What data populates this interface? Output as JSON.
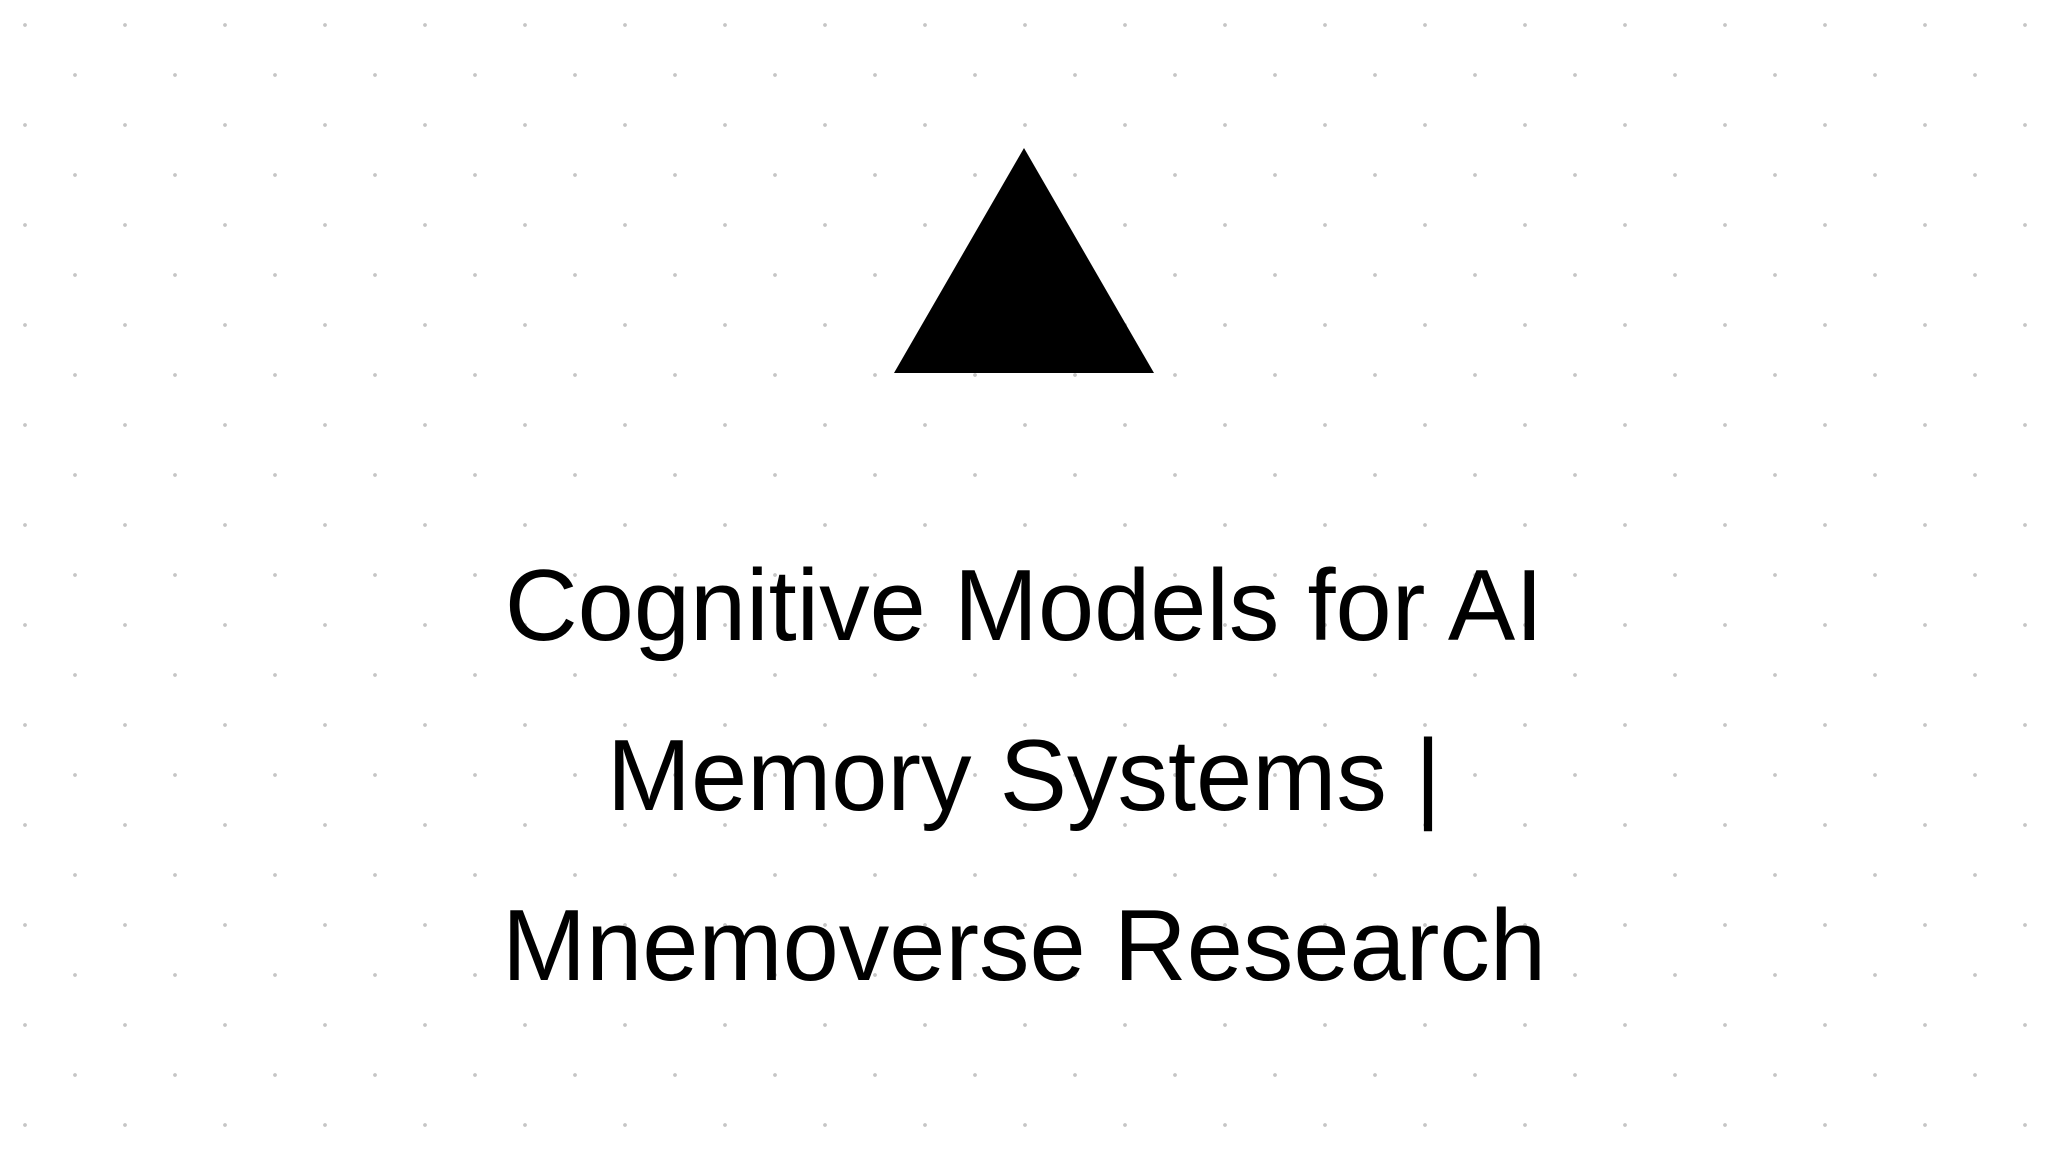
{
  "page": {
    "title": "Cognitive Models for AI Memory Systems | Mnemoverse Research",
    "title_lines": [
      "Cognitive Models for AI",
      "Memory Systems |",
      "Mnemoverse Research"
    ]
  },
  "logo": {
    "icon": "triangle-logo-icon",
    "color": "#000000"
  },
  "theme": {
    "background_color": "#ffffff",
    "dot_grid_color": "#c6c6c6",
    "text_color": "#000000"
  }
}
